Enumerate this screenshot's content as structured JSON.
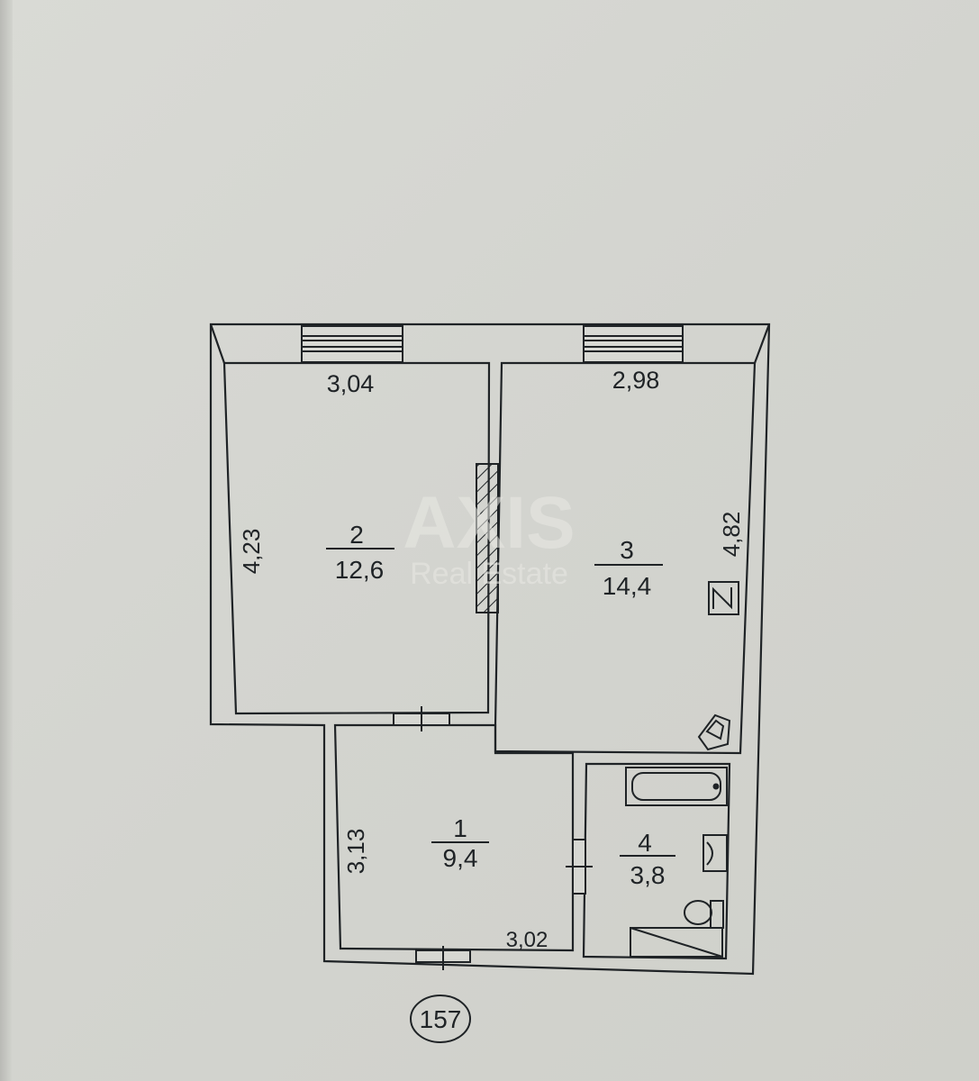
{
  "plan": {
    "sheet_number": "157",
    "rooms": [
      {
        "id": "room-1",
        "number": "1",
        "area": "9,4"
      },
      {
        "id": "room-2",
        "number": "2",
        "area": "12,6"
      },
      {
        "id": "room-3",
        "number": "3",
        "area": "14,4"
      },
      {
        "id": "room-4",
        "number": "4",
        "area": "3,8"
      }
    ],
    "dimensions": {
      "room2_width": "3,04",
      "room2_height": "4,23",
      "room3_width": "2,98",
      "room3_height": "4,82",
      "room1_height": "3,13",
      "room1_width": "3,02"
    }
  },
  "watermark": {
    "brand": "AXIS",
    "tagline": "Real Estate"
  },
  "colors": {
    "paper": "#d6d7d2",
    "ink": "#1f2326"
  }
}
